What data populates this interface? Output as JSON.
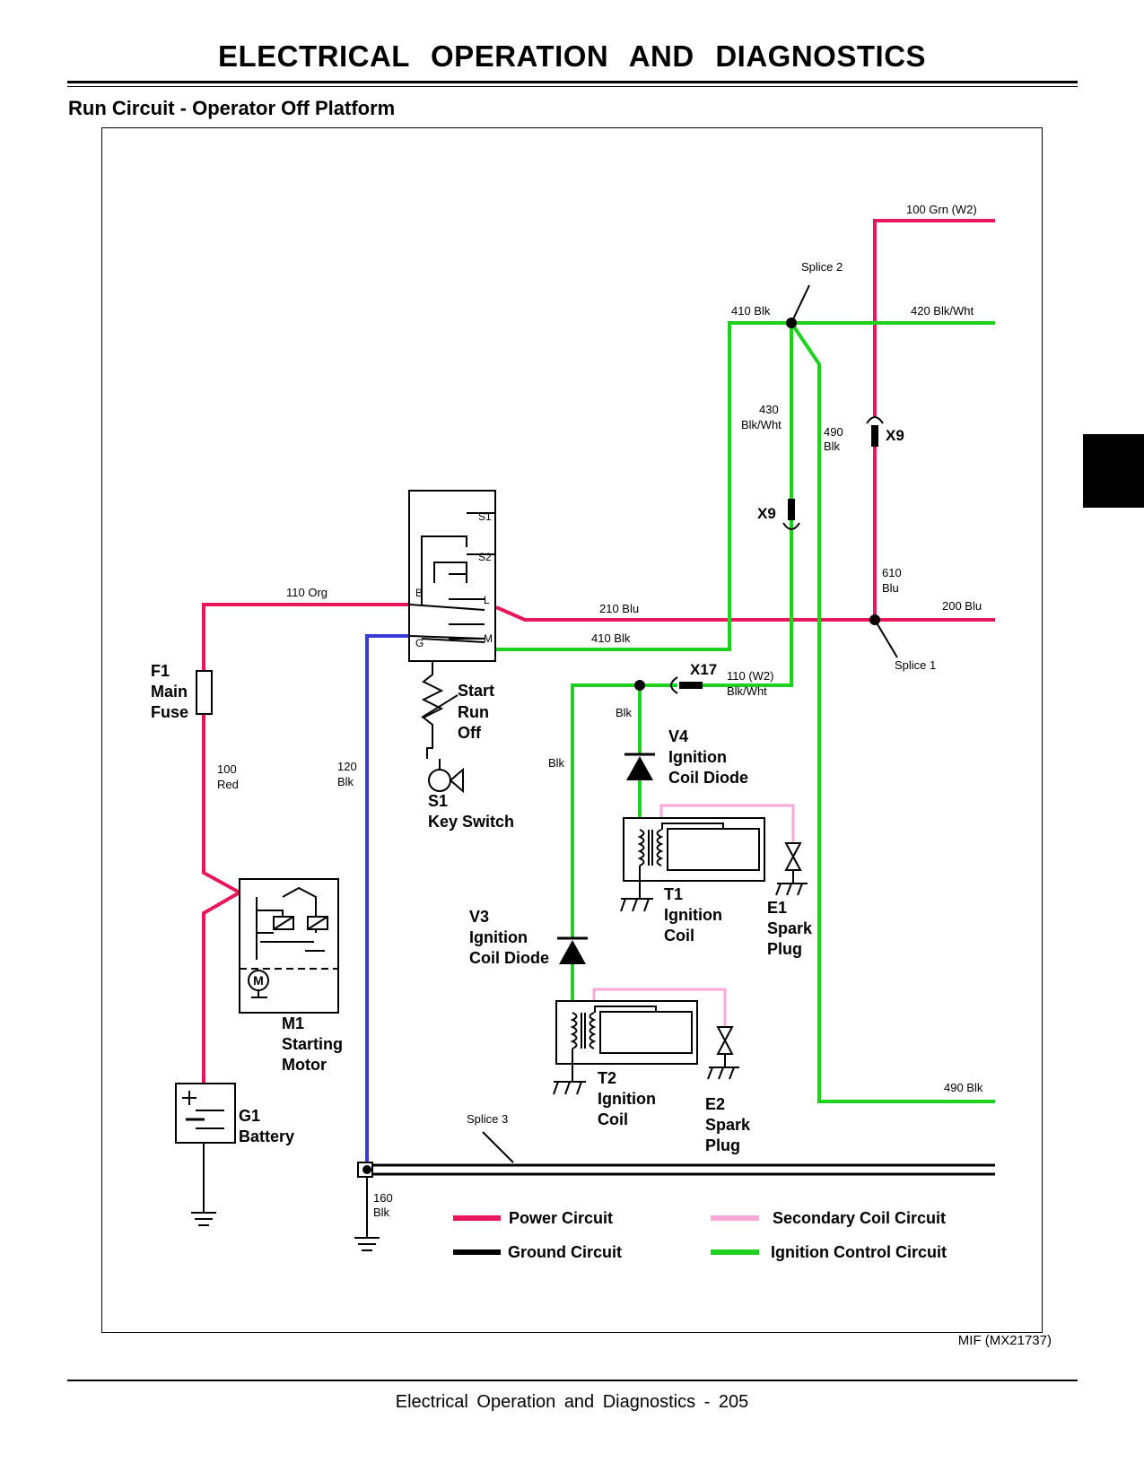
{
  "header": {
    "title": "ELECTRICAL   OPERATION AND DIAGNOSTICS"
  },
  "section": {
    "title": "Run Circuit - Operator Off Platform"
  },
  "figure_code": "MIF (MX21737)",
  "footer": {
    "text": "Electrical   Operation and Diagnostics  - 205"
  },
  "wires": {
    "w100_grn": "100 Grn (W2)",
    "splice2": "Splice 2",
    "w410_blk_top": "410 Blk",
    "w420": "420 Blk/Wht",
    "w430_num": "430",
    "w430_col": "Blk/Wht",
    "w490_num": "490",
    "w490_col": "Blk",
    "w610_num": "610",
    "w610_col": "Blu",
    "w200": "200 Blu",
    "w210": "210 Blu",
    "w410_blk_mid": "410 Blk",
    "w110_org": "110 Org",
    "splice1": "Splice 1",
    "w110_w2": "110 (W2)",
    "w110_col": "Blk/Wht",
    "blk_a": "Blk",
    "blk_b": "Blk",
    "w100_num": "100",
    "w100_col": "Red",
    "w120_num": "120",
    "w120_col": "Blk",
    "w490_bottom": "490 Blk",
    "splice3": "Splice 3",
    "w160_num": "160",
    "w160_col": "Blk"
  },
  "connectors": {
    "x9_right": "X9",
    "x9_left": "X9",
    "x17": "X17"
  },
  "terminals": {
    "s1": "S1",
    "s2": "S2",
    "b": "B",
    "l": "L",
    "g": "G",
    "m": "M"
  },
  "components": {
    "key_positions": {
      "start": "Start",
      "run": "Run",
      "off": "Off"
    },
    "s1": {
      "id": "S1",
      "name": "Key Switch"
    },
    "f1": {
      "id": "F1",
      "line1": "Main",
      "line2": "Fuse"
    },
    "m1": {
      "id": "M1",
      "line1": "Starting",
      "line2": "Motor"
    },
    "g1": {
      "id": "G1",
      "name": "Battery"
    },
    "v4": {
      "id": "V4",
      "line1": "Ignition",
      "line2": "Coil Diode"
    },
    "v3": {
      "id": "V3",
      "line1": "Ignition",
      "line2": "Coil Diode"
    },
    "t1": {
      "id": "T1",
      "line1": "Ignition",
      "line2": "Coil"
    },
    "t2": {
      "id": "T2",
      "line1": "Ignition",
      "line2": "Coil"
    },
    "e1": {
      "id": "E1",
      "line1": "Spark",
      "line2": "Plug"
    },
    "e2": {
      "id": "E2",
      "line1": "Spark",
      "line2": "Plug"
    },
    "motor_symbol": "M"
  },
  "legend": {
    "power": "Power Circuit",
    "ground": "Ground Circuit",
    "secondary": "Secondary Coil Circuit",
    "ignition": "Ignition Control Circuit"
  },
  "colors": {
    "power": "#e8165a",
    "ground": "#000000",
    "secondary": "#f7a8d8",
    "ignition": "#1fd11f",
    "battery_ground": "#3a3ad6"
  }
}
